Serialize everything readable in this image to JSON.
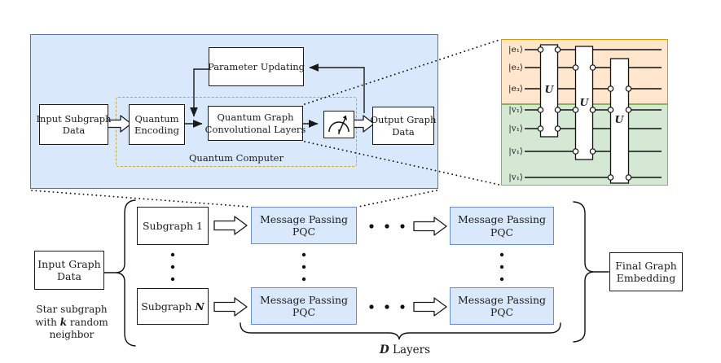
{
  "colors": {
    "panel_blue_fill": "#dae8fc",
    "panel_blue_border": "#5a7396",
    "pqc_fill": "#dae8fc",
    "pqc_border": "#6c8ebf",
    "orange_fill": "#ffe6cc",
    "orange_border": "#d79b00",
    "green_fill": "#d5e8d4",
    "green_border": "#82b366",
    "dashed_border": "#c7a634",
    "line_color": "#1a1a1a"
  },
  "pipeline": {
    "input_box": {
      "line1": "Input Subgraph",
      "line2": "Data"
    },
    "encoding_box": {
      "line1": "Quantum",
      "line2": "Encoding"
    },
    "conv_box": {
      "line1": "Quantum Graph",
      "line2": "Convolutional Layers"
    },
    "param_box": {
      "label": "Parameter Updating"
    },
    "output_box": {
      "line1": "Output Graph",
      "line2": "Data"
    },
    "computer_label": "Quantum Computer"
  },
  "circuit": {
    "edge_qubits": [
      {
        "label": "|e₁⟩"
      },
      {
        "label": "|e₂⟩"
      },
      {
        "label": "|e₃⟩"
      }
    ],
    "vertex_qubits": [
      {
        "label": "|v₁⟩"
      },
      {
        "label": "|v₁⟩"
      },
      {
        "label": "|v₁⟩"
      },
      {
        "label": "|v₁⟩"
      }
    ],
    "gate_label": "U"
  },
  "bottom": {
    "input_box": {
      "line1": "Input Graph",
      "line2": "Data"
    },
    "caption": {
      "line1": "Star subgraph",
      "line2_pre": "with ",
      "line2_k": "k",
      "line2_post": " random",
      "line3": "neighbor"
    },
    "subgraph_first": {
      "label": "Subgraph 1"
    },
    "subgraph_last": {
      "pre": "Subgraph ",
      "sym": "N"
    },
    "pqc_box": {
      "line1": "Message Passing",
      "line2": "PQC"
    },
    "final_box": {
      "line1": "Final Graph",
      "line2": "Embedding"
    },
    "layers_label": {
      "sym": "D",
      "post": " Layers"
    }
  }
}
